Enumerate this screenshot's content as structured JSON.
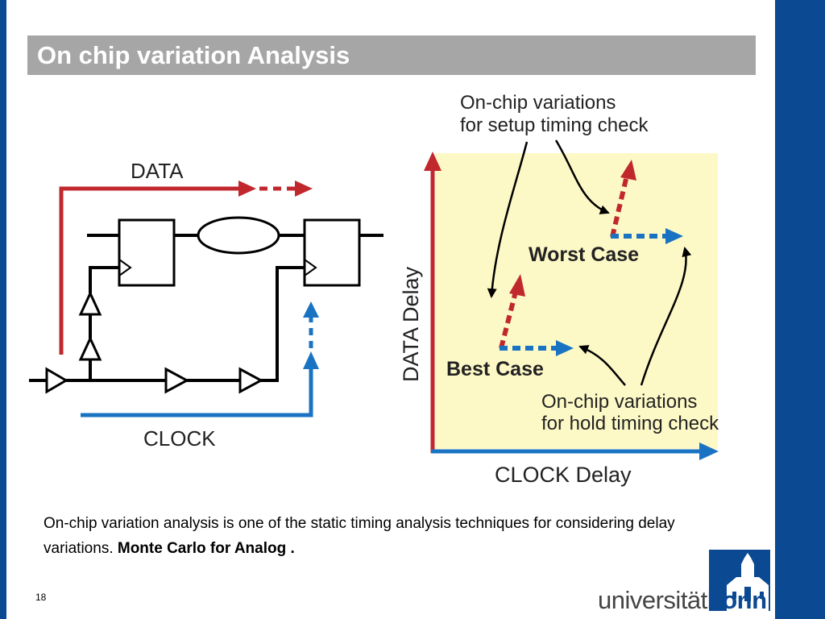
{
  "slide": {
    "title": "On chip variation Analysis",
    "page_number": "18",
    "caption_text": "On-chip variation analysis is one of the static timing analysis techniques for considering delay variations. ",
    "caption_bold": "Monte Carlo for Analog ."
  },
  "logo": {
    "prefix": "universität",
    "suffix": "bonn"
  },
  "circuit": {
    "data_label": "DATA",
    "clock_label": "CLOCK"
  },
  "graph": {
    "setup_annotation_line1": "On-chip variations",
    "setup_annotation_line2": "for setup timing check",
    "hold_annotation_line1": "On-chip variations",
    "hold_annotation_line2": "for hold timing check",
    "worst_case_label": "Worst Case",
    "best_case_label": "Best Case",
    "y_axis_label": "DATA Delay",
    "x_axis_label": "CLOCK Delay"
  },
  "colors": {
    "brand_blue": "#0b4a93",
    "title_gray": "#a6a6a6",
    "data_red": "#c0282d",
    "clock_blue": "#1a73c2",
    "graph_fill": "#fdf9c6"
  }
}
